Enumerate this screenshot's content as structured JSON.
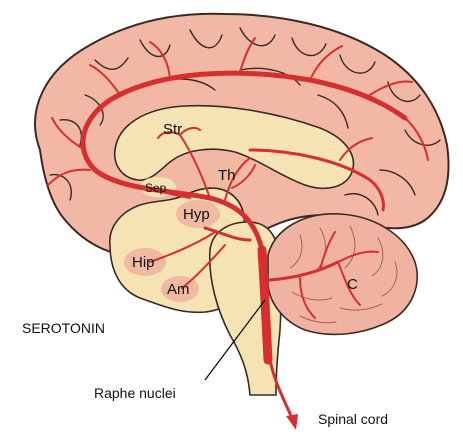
{
  "title": "SEROTONIN",
  "labels": {
    "striatum": "Str",
    "septum": "Sep",
    "thalamus": "Th",
    "hypothalamus": "Hyp",
    "hippocampus": "Hip",
    "amygdala": "Am",
    "cerebellum": "C",
    "raphe": "Raphe nuclei",
    "spinal": "Spinal cord"
  },
  "colors": {
    "cortex": "#f2b8a5",
    "cortex_outline": "#3a2a24",
    "limbic": "#f6e3b4",
    "nucleus": "#efb9a2",
    "pathway": "#d62f2f",
    "cerebellum": "#f0b3a1"
  }
}
